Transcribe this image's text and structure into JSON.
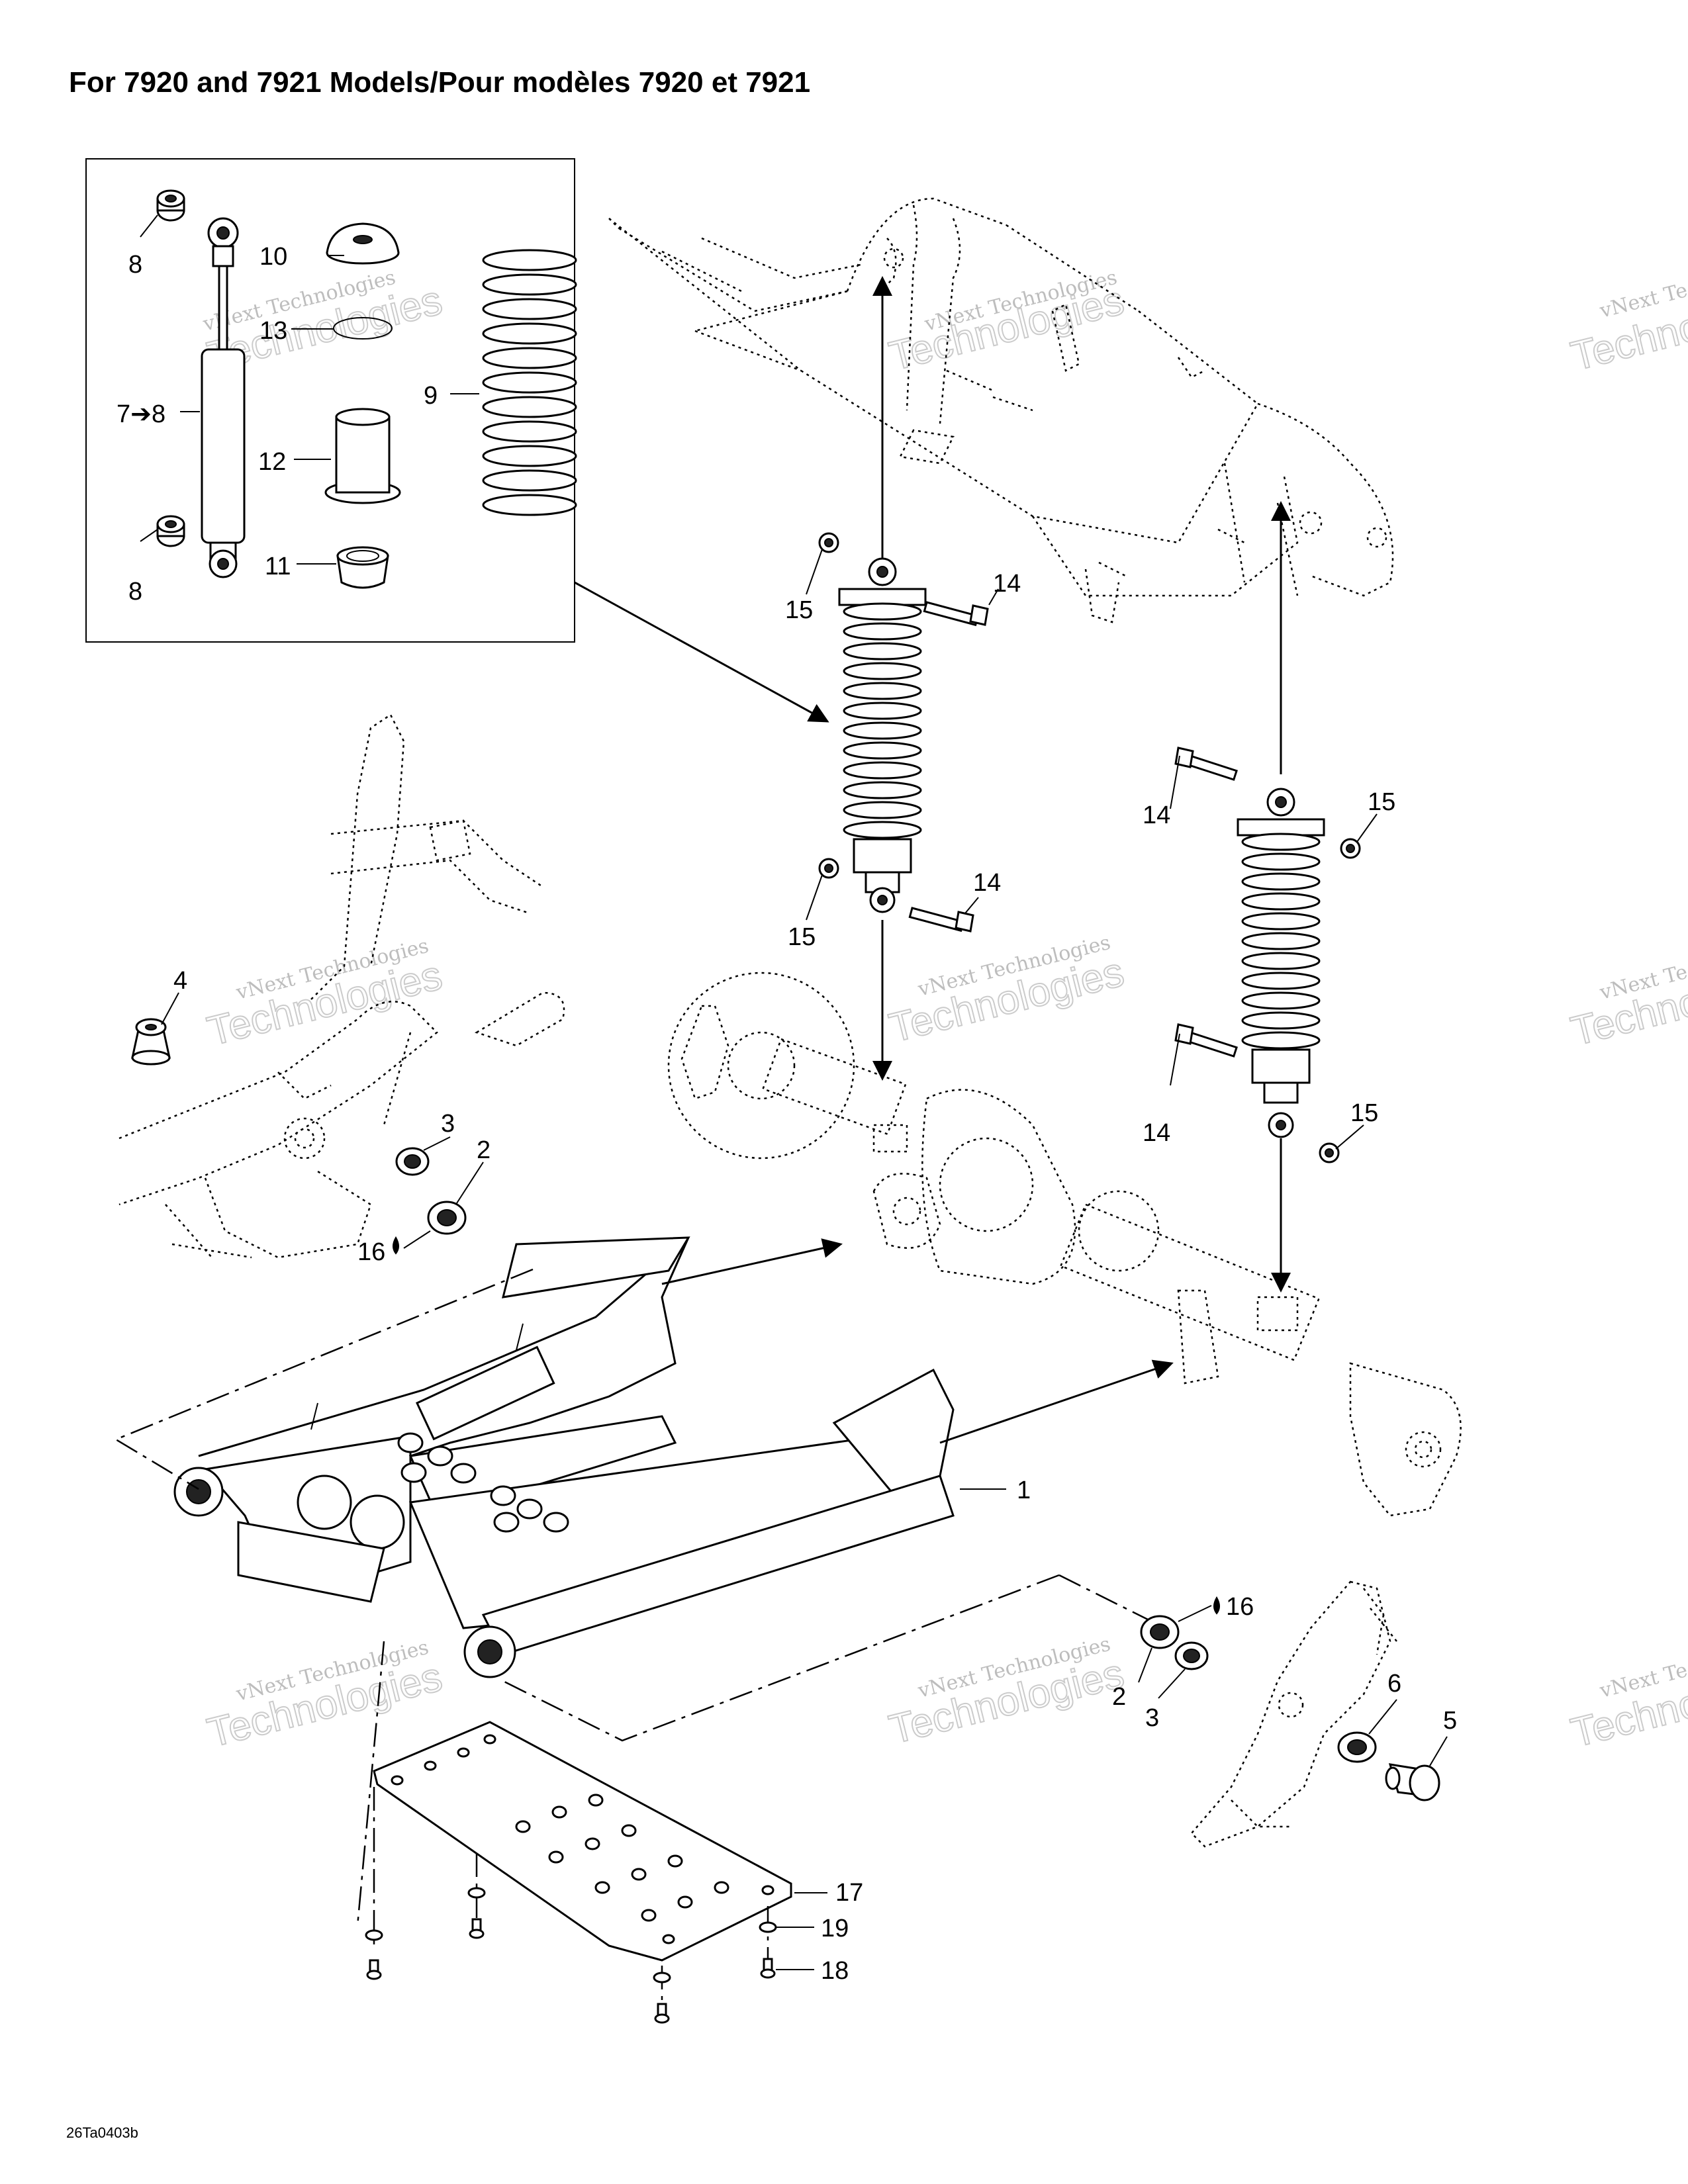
{
  "title": "For 7920 and 7921 Models/Pour modèles 7920 et 7921",
  "diagram_code": "26Ta0403b",
  "watermark": {
    "line1": "vNext Technologies",
    "line2": "vNext",
    "line3": "Technologies"
  },
  "callouts": [
    {
      "id": "c8a",
      "text": "8"
    },
    {
      "id": "c10",
      "text": "10"
    },
    {
      "id": "c13",
      "text": "13"
    },
    {
      "id": "c9",
      "text": "9"
    },
    {
      "id": "c78",
      "text": "7➔8"
    },
    {
      "id": "c12",
      "text": "12"
    },
    {
      "id": "c11",
      "text": "11"
    },
    {
      "id": "c8b",
      "text": "8"
    },
    {
      "id": "c15a",
      "text": "15"
    },
    {
      "id": "c14a",
      "text": "14"
    },
    {
      "id": "c14b",
      "text": "14"
    },
    {
      "id": "c15b",
      "text": "15"
    },
    {
      "id": "c15c",
      "text": "15"
    },
    {
      "id": "c14c",
      "text": "14"
    },
    {
      "id": "c4",
      "text": "4"
    },
    {
      "id": "c3a",
      "text": "3"
    },
    {
      "id": "c2a",
      "text": "2"
    },
    {
      "id": "c16a",
      "text": "16"
    },
    {
      "id": "c14d",
      "text": "14"
    },
    {
      "id": "c15d",
      "text": "15"
    },
    {
      "id": "c1",
      "text": "1"
    },
    {
      "id": "c16b",
      "text": "16"
    },
    {
      "id": "c2b",
      "text": "2"
    },
    {
      "id": "c3b",
      "text": "3"
    },
    {
      "id": "c6",
      "text": "6"
    },
    {
      "id": "c5",
      "text": "5"
    },
    {
      "id": "c17",
      "text": "17"
    },
    {
      "id": "c19",
      "text": "19"
    },
    {
      "id": "c18",
      "text": "18"
    }
  ]
}
